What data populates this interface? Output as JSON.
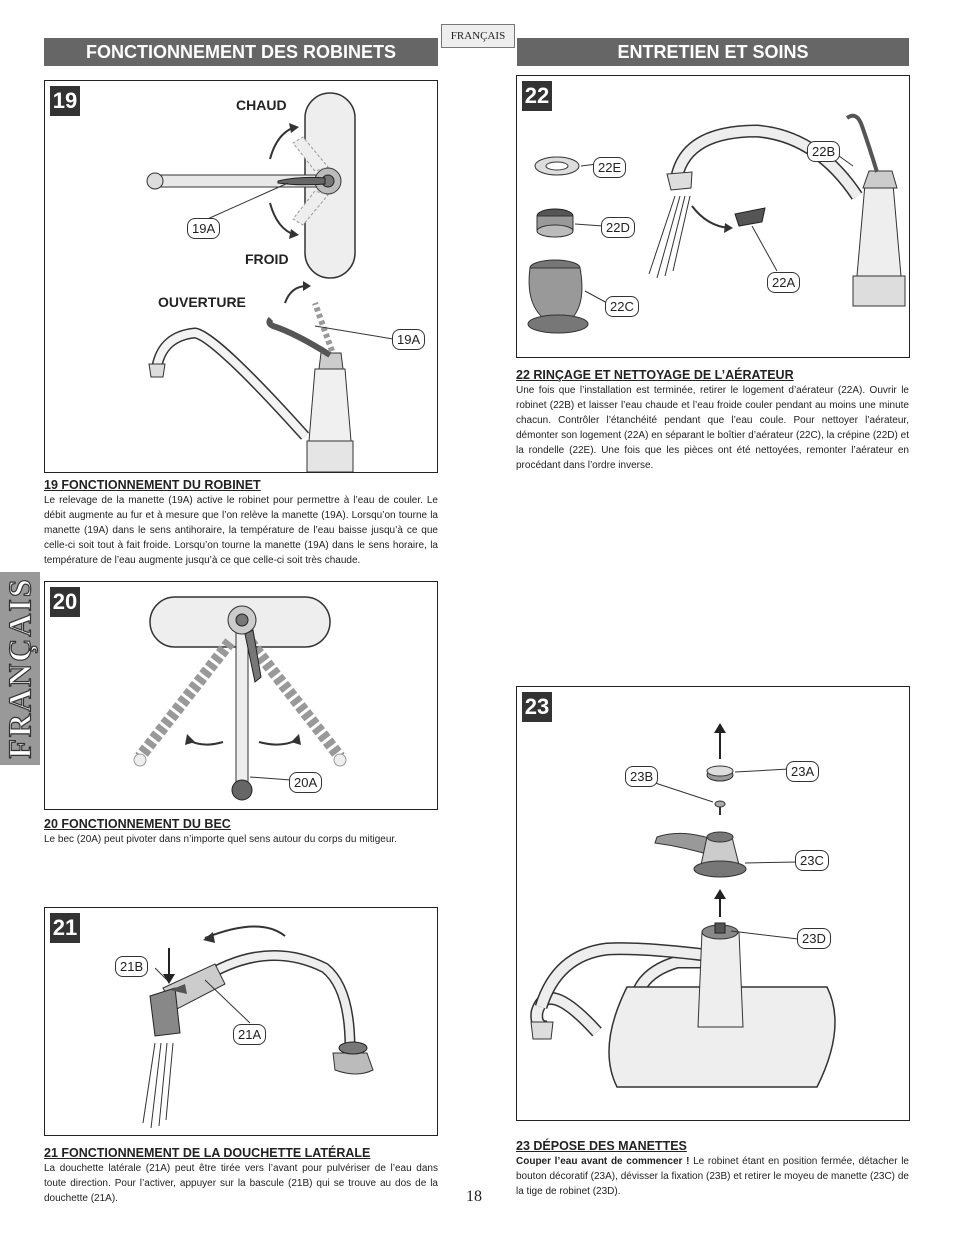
{
  "language_tag": "FRANÇAIS",
  "side_tab": "FRANÇAIS",
  "page_number": "18",
  "left_banner": "FONCTIONNEMENT DES ROBINETS",
  "right_banner": "ENTRETIEN ET SOINS",
  "fig19": {
    "number": "19",
    "label_hot": "CHAUD",
    "label_cold": "FROID",
    "label_open": "OUVERTURE",
    "callout_a": "19A",
    "callout_b": "19A",
    "title": "19  FONCTIONNEMENT DU ROBINET",
    "text": "Le relevage de la manette (19A) active le robinet pour permettre à l’eau de couler. Le débit augmente au fur et à mesure que l’on relève la manette (19A). Lorsqu’on tourne la manette (19A) dans le sens antihoraire, la température de l’eau baisse jusqu’à ce que celle-ci soit tout à fait froide. Lorsqu’on tourne la manette (19A) dans le sens horaire, la température de l’eau augmente jusqu’à ce que celle-ci soit très chaude."
  },
  "fig20": {
    "number": "20",
    "callout": "20A",
    "title": "20  FONCTIONNEMENT DU BEC",
    "text": "Le bec (20A) peut pivoter dans n’importe quel sens autour du corps du mitigeur."
  },
  "fig21": {
    "number": "21",
    "callout_a": "21A",
    "callout_b": "21B",
    "title": "21  FONCTIONNEMENT DE LA DOUCHETTE LATÉRALE",
    "text": "La douchette latérale (21A) peut être tirée vers l’avant pour pulvériser de l’eau dans toute direction. Pour l’activer, appuyer sur la bascule (21B) qui se trouve au dos de la douchette (21A)."
  },
  "fig22": {
    "number": "22",
    "callout_a": "22A",
    "callout_b": "22B",
    "callout_c": "22C",
    "callout_d": "22D",
    "callout_e": "22E",
    "title": "22  RINÇAGE ET NETTOYAGE DE L’AÉRATEUR",
    "text": "Une fois que l’installation est terminée, retirer le logement d’aérateur (22A). Ouvrir le robinet (22B) et laisser l’eau chaude et l’eau froide couler pendant au moins une minute chacun. Contrôler l’étanchéité pendant que l’eau coule. Pour nettoyer l’aérateur, démonter son logement (22A) en séparant le boîtier d’aérateur (22C), la crépine (22D) et la rondelle (22E). Une fois que les pièces ont été nettoyées, remonter l’aérateur en procédant dans l’ordre inverse."
  },
  "fig23": {
    "number": "23",
    "callout_a": "23A",
    "callout_b": "23B",
    "callout_c": "23C",
    "callout_d": "23D",
    "title": "23  DÉPOSE DES MANETTES",
    "text_bold": "Couper l’eau avant de commencer !",
    "text": " Le robinet étant en position fermée, détacher le bouton décoratif (23A), dévisser la fixation (23B) et retirer le moyeu de manette (23C) de la tige de robinet (23D)."
  },
  "colors": {
    "banner": "#666666",
    "side_tab": "#999999",
    "fig_number_bg": "#333333"
  }
}
